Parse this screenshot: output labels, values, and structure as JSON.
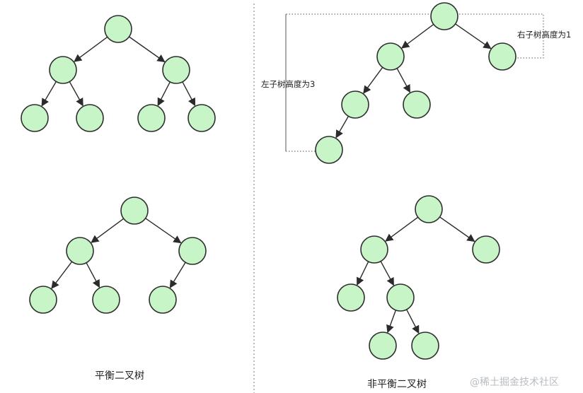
{
  "captions": {
    "balanced": "平衡二叉树",
    "unbalanced": "非平衡二叉树"
  },
  "annotations": {
    "right_subtree_height": "右子树高度为1",
    "left_subtree_height": "左子树高度为3"
  },
  "watermark": "@稀土掘金技术社区",
  "colors": {
    "node_fill": "#c8f5c8",
    "node_stroke": "#2e2e2e",
    "edge": "#2b2b2b"
  }
}
